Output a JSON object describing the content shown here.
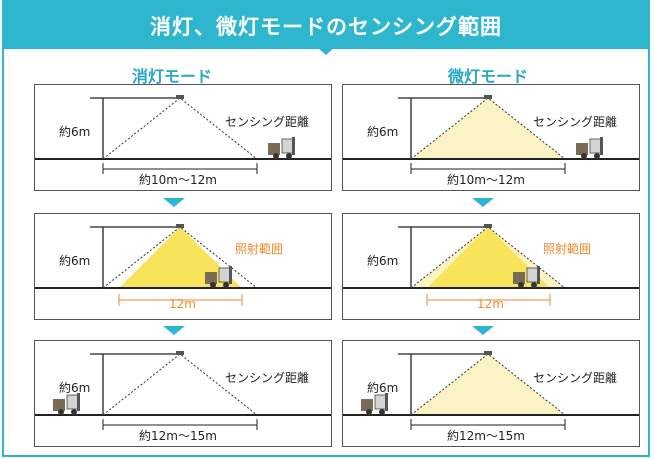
{
  "header": {
    "title": "消灯、微灯モードのセンシング範囲"
  },
  "columns": [
    {
      "title": "消灯モード",
      "panels": [
        {
          "height_label": "約6m",
          "side_label": "センシング距離",
          "bottom_label": "約10m〜12m"
        },
        {
          "height_label": "約6m",
          "side_label": "照射範囲",
          "bottom_label": "12m"
        },
        {
          "height_label": "約6m",
          "side_label": "センシング距離",
          "bottom_label": "約12m〜15m"
        }
      ]
    },
    {
      "title": "微灯モード",
      "panels": [
        {
          "height_label": "約6m",
          "side_label": "センシング距離",
          "bottom_label": "約10m〜12m"
        },
        {
          "height_label": "約6m",
          "side_label": "照射範囲",
          "bottom_label": "12m"
        },
        {
          "height_label": "約6m",
          "side_label": "センシング距離",
          "bottom_label": "約12m〜15m"
        }
      ]
    }
  ],
  "colors": {
    "accent": "#2fb6cf",
    "light_cone": "#f7e45a",
    "dim_glow": "#fbf3c4",
    "range_label": "#ef8a2b"
  },
  "icons": [
    "ceiling-light-icon",
    "forklift-icon",
    "down-arrow-icon"
  ]
}
